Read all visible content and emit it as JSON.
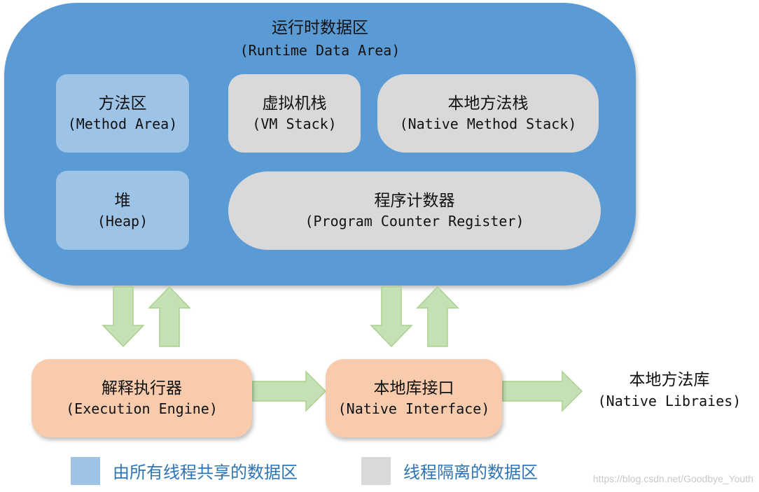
{
  "runtime_area": {
    "title_cn": "运行时数据区",
    "title_en": "(Runtime Data Area)"
  },
  "method_area": {
    "cn": "方法区",
    "en": "(Method Area)"
  },
  "vm_stack": {
    "cn": "虚拟机栈",
    "en": "(VM Stack)"
  },
  "native_method_stack": {
    "cn": "本地方法栈",
    "en": "(Native Method Stack)"
  },
  "heap": {
    "cn": "堆",
    "en": "(Heap)"
  },
  "pc_register": {
    "cn": "程序计数器",
    "en": "(Program Counter Register)"
  },
  "execution_engine": {
    "cn": "解释执行器",
    "en": "(Execution Engine)"
  },
  "native_interface": {
    "cn": "本地库接口",
    "en": "(Native Interface)"
  },
  "native_libraries": {
    "cn": "本地方法库",
    "en": "(Native Libraies)"
  },
  "legend": {
    "shared_label": "由所有线程共享的数据区",
    "isolated_label": "线程隔离的数据区"
  },
  "watermark": "https://blog.csdn.net/Goodbye_Youth",
  "colors": {
    "runtime_area": "#5b9bd5",
    "shared": "#9dc3e6",
    "isolated": "#d9d9d9",
    "component": "#f8cbad",
    "arrow_fill": "#c5e0b4",
    "arrow_stroke": "#a9d18e",
    "legend_text": "#2e75b6"
  }
}
